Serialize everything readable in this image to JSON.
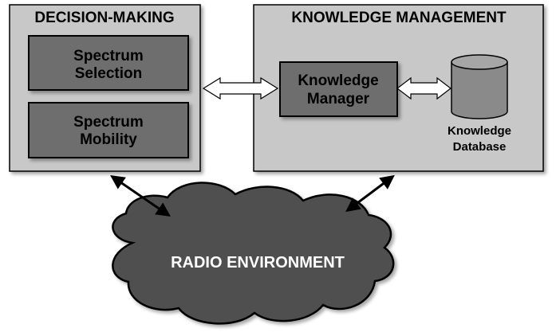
{
  "decision_making": {
    "title": "DECISION-MAKING",
    "spectrum_selection": [
      "Spectrum",
      "Selection"
    ],
    "spectrum_mobility": [
      "Spectrum",
      "Mobility"
    ]
  },
  "knowledge_management": {
    "title": "KNOWLEDGE MANAGEMENT",
    "knowledge_manager": [
      "Knowledge",
      "Manager"
    ],
    "knowledge_database": [
      "Knowledge",
      "Database"
    ]
  },
  "radio_environment": {
    "label": "RADIO ENVIRONMENT"
  },
  "colors": {
    "panel_fill": "#c8c8c8",
    "box_fill": "#6e6e6e",
    "cloud_fill": "#505050",
    "database_fill": "#8a8a8a",
    "outline": "#000000",
    "hollow_arrow_fill": "#ffffff",
    "cloud_text": "#ffffff"
  }
}
